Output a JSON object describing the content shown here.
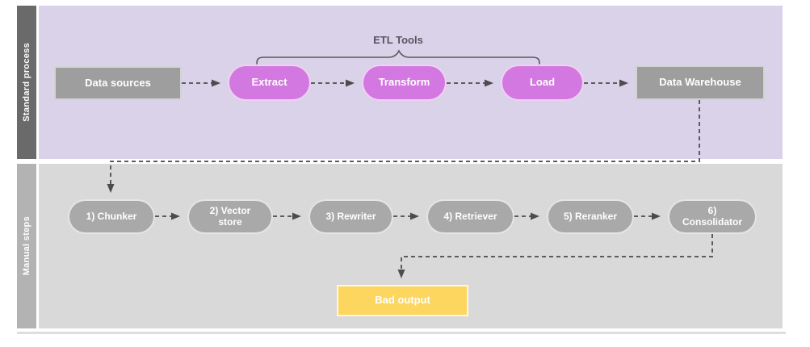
{
  "diagram": {
    "lanes": {
      "standard": {
        "label": "Standard process"
      },
      "manual": {
        "label": "Manual steps"
      }
    },
    "etl_bracket_label": "ETL Tools",
    "nodes": {
      "data_sources": "Data sources",
      "extract": "Extract",
      "transform": "Transform",
      "load": "Load",
      "data_warehouse": "Data Warehouse",
      "chunker": "1) Chunker",
      "vector_store": "2) Vector store",
      "rewriter": "3) Rewriter",
      "retriever": "4) Retriever",
      "reranker": "5) Reranker",
      "consolidator": "6) Consolidator",
      "bad_output": "Bad output"
    },
    "colors": {
      "lane_standard_bg": "#d9d2e9",
      "lane_manual_bg": "#d9d9d9",
      "lane_standard_band": "#6a6a6a",
      "lane_manual_band": "#b3b3b3",
      "etl_node_fill": "#d378e0",
      "gray_node_fill": "#9e9e9e",
      "step_node_fill": "#a9a9a9",
      "warning_node_fill": "#fcd65f",
      "connector": "#5c5c5c",
      "node_text": "#ffffff"
    }
  }
}
